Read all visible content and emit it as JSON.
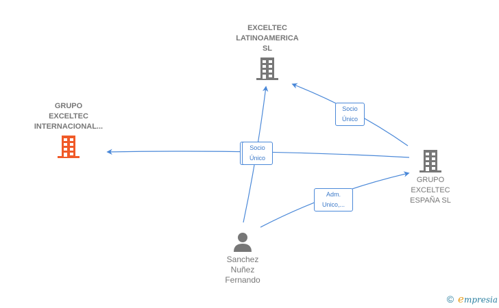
{
  "nodes": {
    "latinoamerica": {
      "label": "EXCELTEC\nLATINOAMERICA\nSL",
      "type": "company",
      "color": "#777777"
    },
    "internacional": {
      "label": "GRUPO\nEXCELTEC\nINTERNACIONAL...",
      "type": "company",
      "color": "#f05a28"
    },
    "espana": {
      "label": "GRUPO\nEXCELTEC\nESPAÑA  SL",
      "type": "company",
      "color": "#777777"
    },
    "person": {
      "label": "Sanchez\nNuñez\nFernando",
      "type": "person",
      "color": "#777777"
    }
  },
  "edges": [
    {
      "from": "espana",
      "to": "latinoamerica",
      "label": "Socio\nÚnico"
    },
    {
      "from": "espana",
      "to": "internacional",
      "label": "Socio\nÚnico"
    },
    {
      "from": "person",
      "to": "latinoamerica",
      "label": "Socio\nÚnico"
    },
    {
      "from": "person",
      "to": "espana",
      "label": "Adm.\nUnico,..."
    }
  ],
  "edge_labels": {
    "center": "Socio\nÚnico",
    "right": "Socio\nÚnico",
    "adm": "Adm.\nUnico,..."
  },
  "colors": {
    "edge": "#4a88d8",
    "highlight": "#f05a28",
    "neutral": "#777777"
  },
  "footer": {
    "copyright": "©",
    "brand_initial": "e",
    "brand_rest": "mpresia"
  }
}
